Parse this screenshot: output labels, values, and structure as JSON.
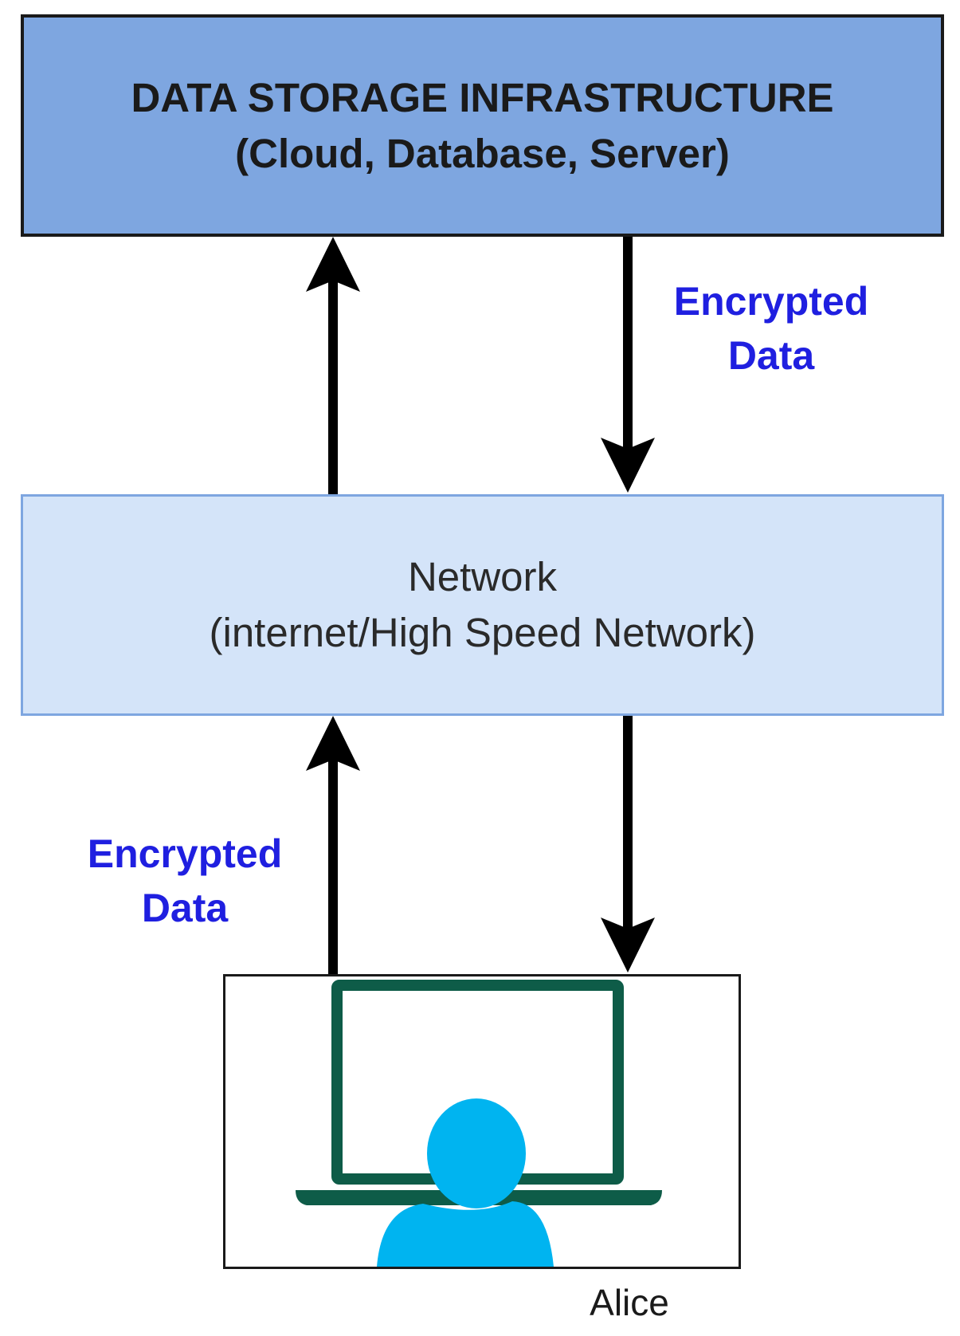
{
  "storage": {
    "title": "DATA STORAGE INFRASTRUCTURE",
    "subtitle": "(Cloud, Database, Server)"
  },
  "network": {
    "title": "Network",
    "subtitle": "(internet/High Speed Network)"
  },
  "labels": {
    "encrypted_right_line1": "Encrypted",
    "encrypted_right_line2": "Data",
    "encrypted_left_line1": "Encrypted",
    "encrypted_left_line2": "Data"
  },
  "user": {
    "name": "Alice"
  },
  "colors": {
    "storage_fill": "#7ea6e0",
    "network_fill": "#d4e4f9",
    "label_blue": "#1f1fe0",
    "laptop_green": "#0e5c48",
    "person_cyan": "#00b4f0"
  }
}
